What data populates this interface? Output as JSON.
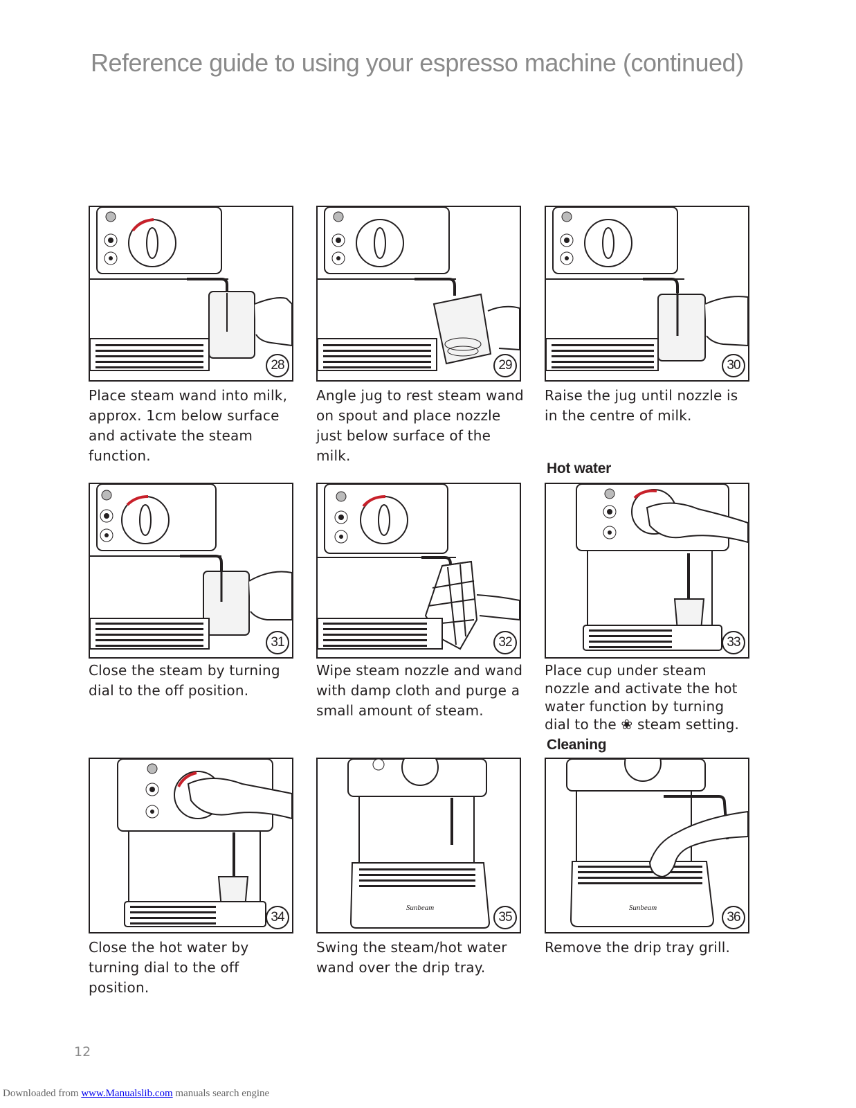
{
  "page": {
    "title": "Reference guide to using your espresso machine (continued)",
    "page_number": "12"
  },
  "headings": {
    "hot_water": "Hot water",
    "cleaning": "Cleaning"
  },
  "steps": [
    {
      "number": "28",
      "caption": "Place steam wand into milk, approx. 1cm below surface and activate the steam function."
    },
    {
      "number": "29",
      "caption": "Angle jug to rest steam wand on spout and place nozzle just below surface of the milk."
    },
    {
      "number": "30",
      "caption": "Raise the jug until nozzle is in the centre of milk."
    },
    {
      "number": "31",
      "caption": "Close the steam by turning dial to the off position."
    },
    {
      "number": "32",
      "caption": "Wipe steam nozzle and wand with damp cloth and purge a small amount of steam."
    },
    {
      "number": "33",
      "caption": "Place cup under steam nozzle and activate the hot water function by turning dial to the ❀ steam setting."
    },
    {
      "number": "34",
      "caption": "Close the hot water by turning dial to the off position."
    },
    {
      "number": "35",
      "caption": "Swing the steam/hot water wand over the drip tray."
    },
    {
      "number": "36",
      "caption": "Remove the drip tray grill."
    }
  ],
  "footer": {
    "prefix": "Downloaded from ",
    "link": "www.Manualslib.com",
    "suffix": " manuals search engine"
  },
  "colors": {
    "accent_arrow": "#c8202a",
    "line": "#231f20",
    "title_gray": "#8a8a8a"
  }
}
